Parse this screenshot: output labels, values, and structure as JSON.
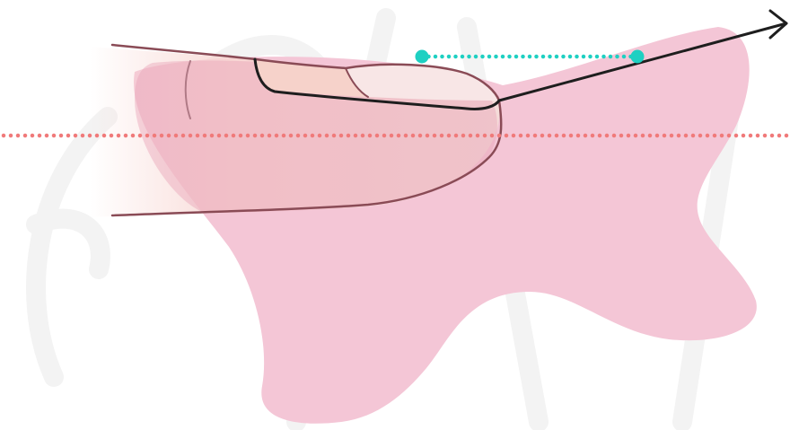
{
  "diagram": {
    "colors": {
      "background": "#ffffff",
      "watermark": "#f3f3f3",
      "pink_blob": "#f4c6d6",
      "finger_skin_left": "#f8d7d3",
      "finger_skin": "#f5dcd9",
      "nail_bed": "#f6d2ca",
      "nail_free_edge": "#f8e6e6",
      "finger_overlay": "#e8a3b8",
      "finger_outline": "#8a4b56",
      "direction_line": "#1e1e1e",
      "reference_line": "#f07a7a",
      "measure_line": "#1ed0c2"
    },
    "elements": [
      "watermark-pattern",
      "pink-blob",
      "finger",
      "nail",
      "nail-tip-direction-arrow",
      "horizontal-reference-line",
      "nail-length-measure"
    ]
  }
}
